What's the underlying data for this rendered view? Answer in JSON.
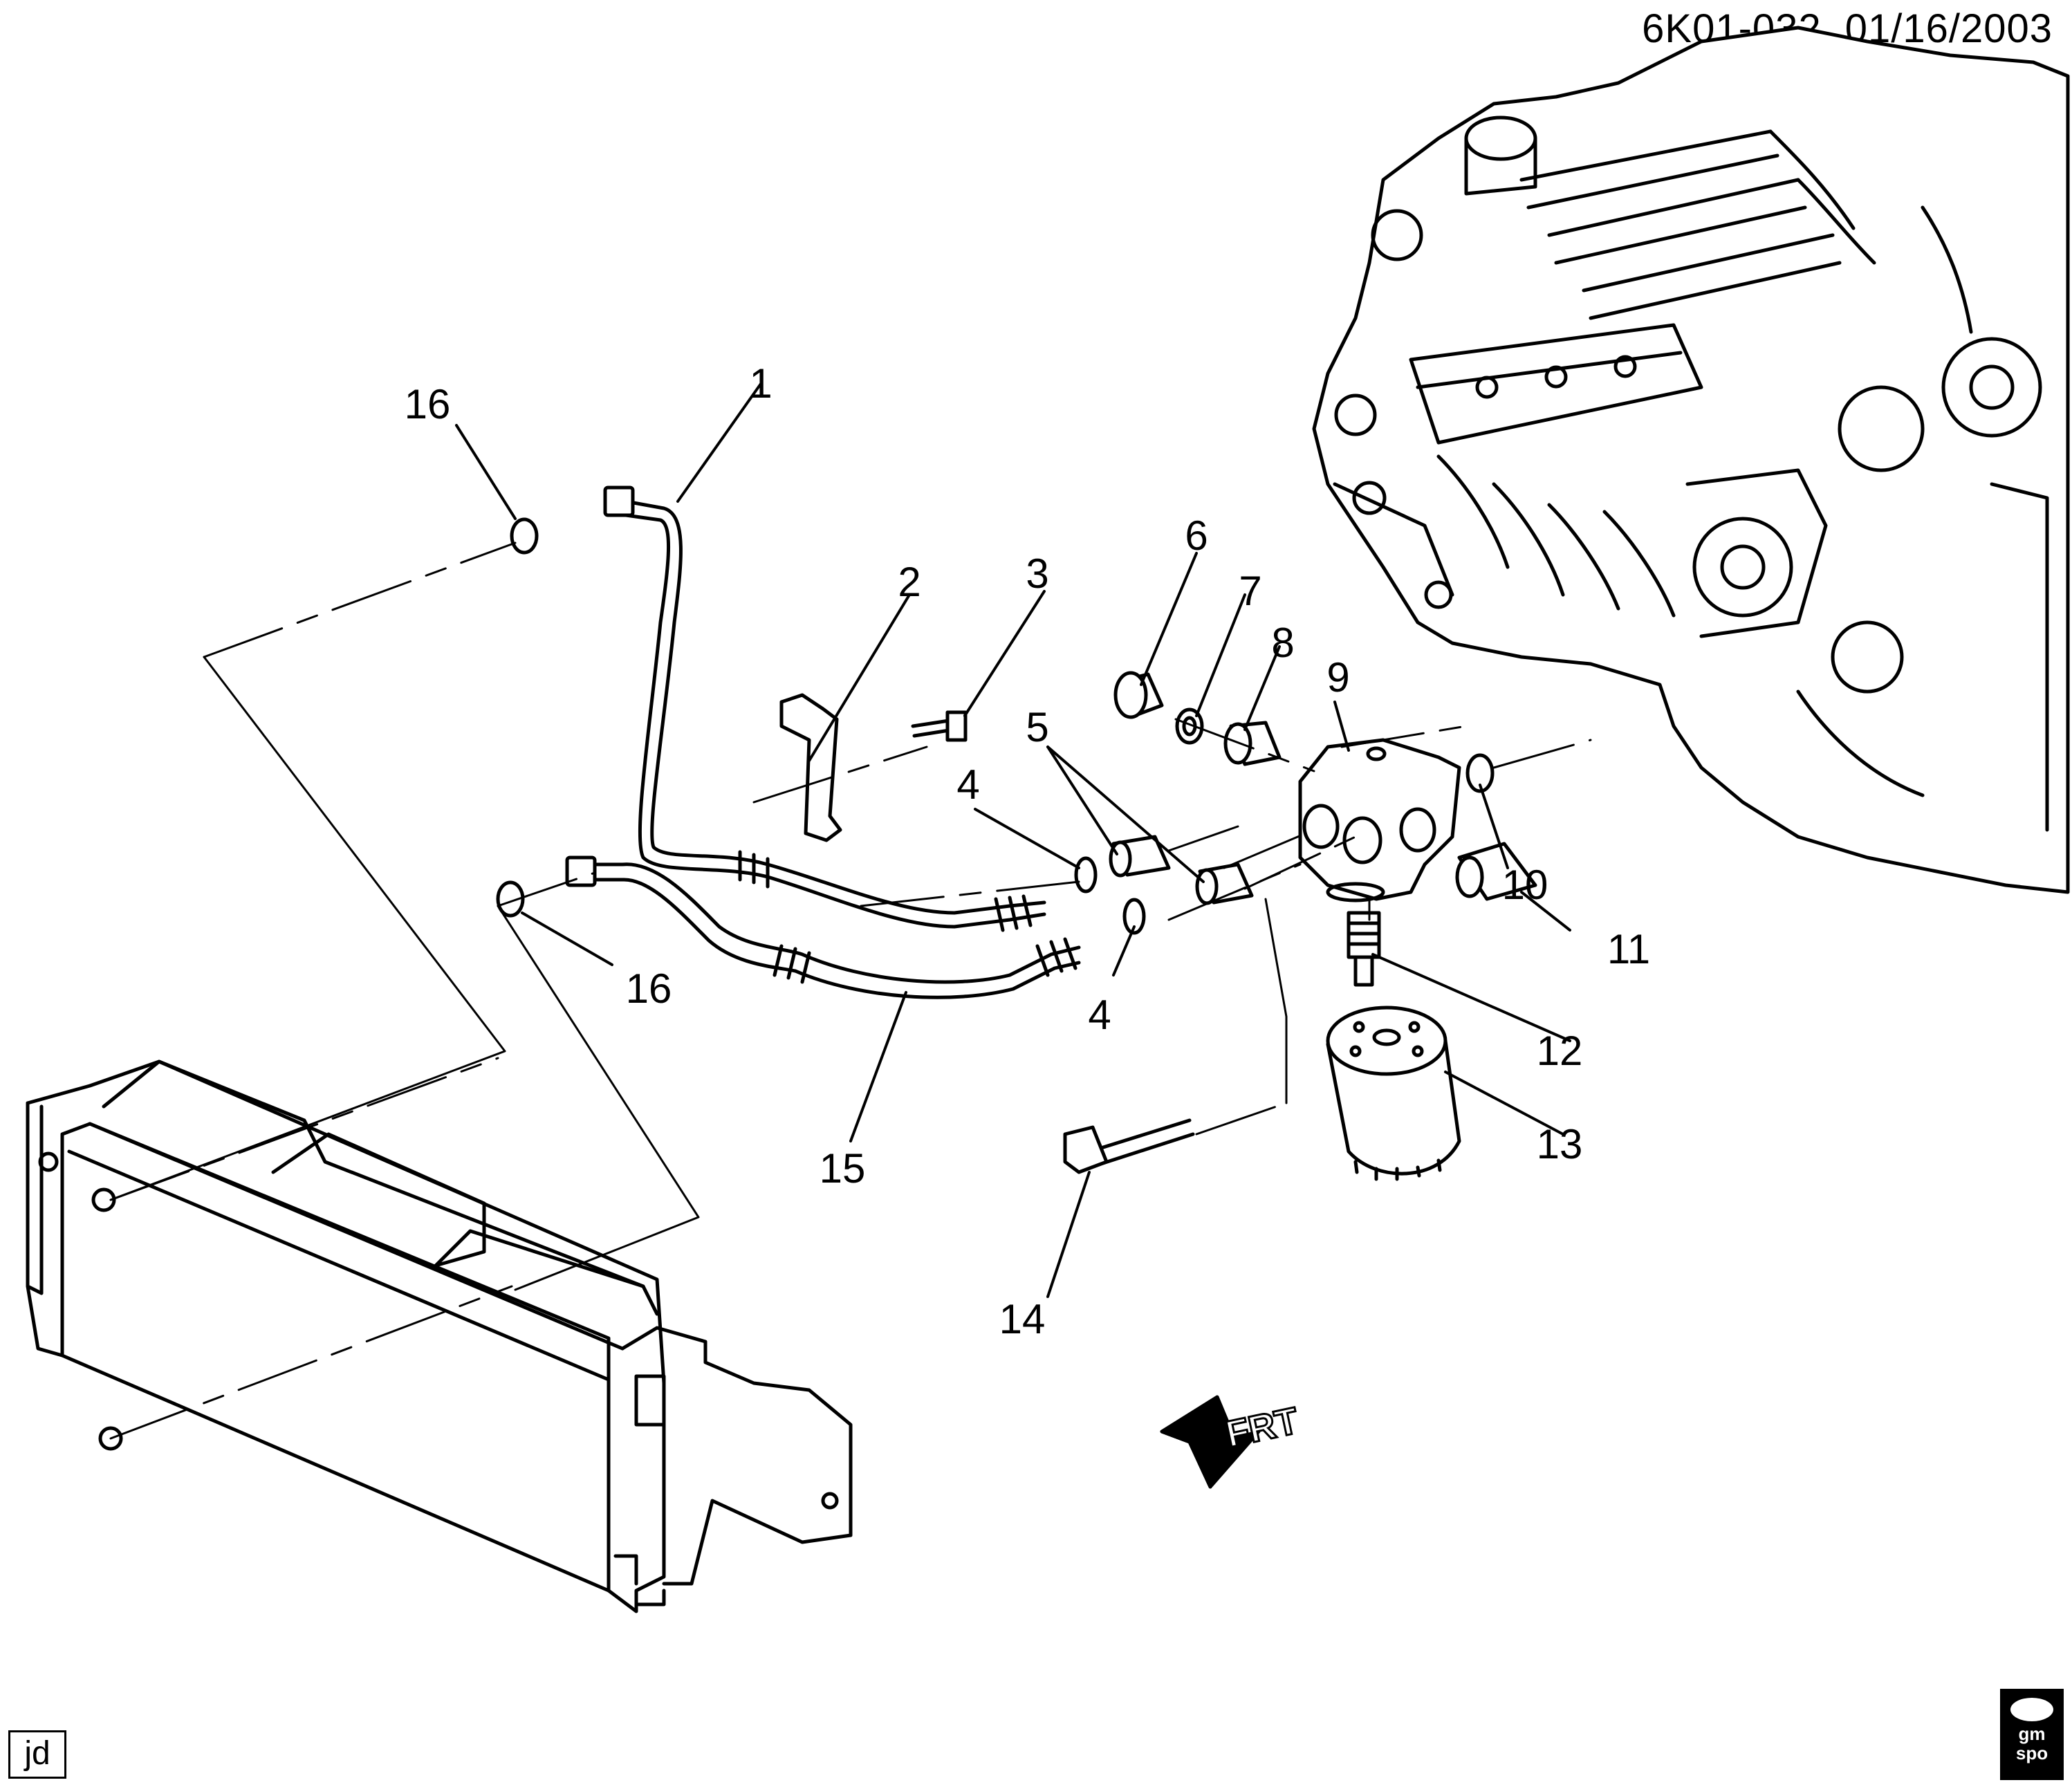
{
  "header": {
    "diagram_code": "6K01-032",
    "date": "01/16/2003"
  },
  "callouts": [
    "1",
    "2",
    "3",
    "4",
    "4",
    "5",
    "6",
    "7",
    "8",
    "9",
    "10",
    "11",
    "12",
    "13",
    "14",
    "15",
    "16",
    "16"
  ],
  "front_indicator": "FRT",
  "author_initials": "jd",
  "logo": {
    "line1": "gm",
    "line2": "spo"
  }
}
